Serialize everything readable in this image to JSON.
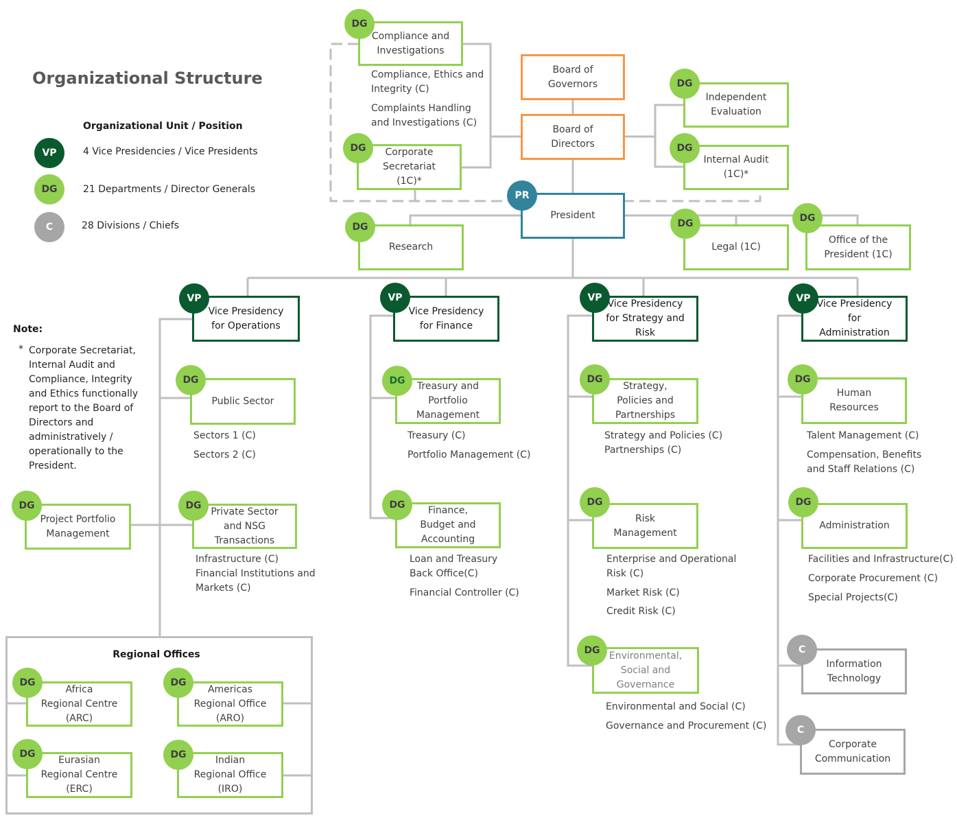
{
  "title": "Organizational Structure",
  "legend": {
    "header": "Organizational Unit / Position",
    "items": [
      {
        "badge": "VP",
        "text": "4 Vice Presidencies / Vice Presidents"
      },
      {
        "badge": "DG",
        "text": "21 Departments / Director Generals"
      },
      {
        "badge": "C",
        "text": "28 Divisions / Chiefs"
      }
    ]
  },
  "note": {
    "title": "Note:",
    "star": "*",
    "text": "Corporate Secretariat, Internal Audit and Compliance, Integrity and Ethics functionally report to the Board of Directors and administratively / operationally to the President."
  },
  "colors": {
    "vp": "#0b5a2f",
    "dg": "#92d050",
    "president": "#31849b",
    "board": "#f79646",
    "chief": "#a6a6a6",
    "line": "#bfbfbf"
  },
  "units": {
    "board_governors": "Board of\nGovernors",
    "board_directors": "Board of\nDirectors",
    "president": "President",
    "compliance": "Compliance and\nInvestigations",
    "corp_sec": "Corporate\nSecretariat\n(1C)*",
    "independent_eval": "Independent\nEvaluation",
    "internal_audit": "Internal Audit\n(1C)*",
    "research": "Research",
    "legal": "Legal (1C)",
    "office_president": "Office of the\nPresident (1C)",
    "vp_operations": "Vice Presidency\nfor Operations",
    "vp_finance": "Vice Presidency\nfor Finance",
    "vp_strategy": "Vice Presidency\nfor Strategy and\nRisk",
    "vp_admin": "Vice Presidency\nfor\nAdministration",
    "public_sector": "Public Sector",
    "private_sector": "Private Sector\nand NSG\nTransactions",
    "ppm": "Project Portfolio\nManagement",
    "treasury": "Treasury and\nPortfolio\nManagement",
    "finance_budget": "Finance,\nBudget and\nAccounting",
    "strategy_policies": "Strategy,\nPolicies and\nPartnerships",
    "risk_mgmt": "Risk\nManagement",
    "esg": "Environmental,\nSocial and\nGovernance",
    "hr": "Human\nResources",
    "administration": "Administration",
    "it": "Information\nTechnology",
    "corp_comm": "Corporate\nCommunication",
    "arc": "Africa\nRegional Centre\n(ARC)",
    "aro": "Americas\nRegional Office\n(ARO)",
    "erc": "Eurasian\nRegional Centre\n(ERC)",
    "iro": "Indian\nRegional Office\n(IRO)"
  },
  "badges": {
    "vp": "VP",
    "dg": "DG",
    "pr": "PR",
    "c": "C"
  },
  "divisions": {
    "compliance_1": "Compliance, Ethics and\nIntegrity (C)",
    "compliance_2": "Complaints Handling\nand Investigations (C)",
    "public_1": "Sectors 1 (C)",
    "public_2": "Sectors 2 (C)",
    "private_1": "Infrastructure (C)\nFinancial Institutions and\nMarkets (C)",
    "treasury_1": "Treasury (C)",
    "treasury_2": "Portfolio Management (C)",
    "finance_1": "Loan and Treasury\nBack Office(C)",
    "finance_2": "Financial Controller (C)",
    "strategy_1": "Strategy and Policies (C)\nPartnerships (C)",
    "risk_1": "Enterprise and Operational\nRisk (C)",
    "risk_2": "Market Risk (C)",
    "risk_3": "Credit Risk (C)",
    "esg_1": "Environmental and Social (C)",
    "esg_2": "Governance and Procurement (C)",
    "hr_1": "Talent Management (C)",
    "hr_2": "Compensation, Benefits\nand Staff Relations (C)",
    "admin_1": "Facilities and Infrastructure(C)",
    "admin_2": "Corporate Procurement (C)",
    "admin_3": "Special Projects(C)"
  },
  "regional": {
    "title": "Regional Offices"
  }
}
